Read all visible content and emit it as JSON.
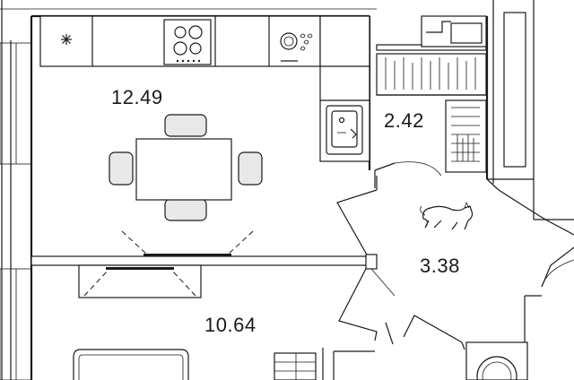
{
  "rooms": [
    {
      "id": "kitchen-living",
      "area": "12.49"
    },
    {
      "id": "bathroom",
      "area": "2.42"
    },
    {
      "id": "hallway",
      "area": "3.38"
    },
    {
      "id": "bedroom",
      "area": "10.64"
    }
  ],
  "icons": {
    "hob": "cooktop-icon",
    "dishwasher": "dishwasher-icon",
    "sink": "sink-icon",
    "fridge_mark": "snowflake-icon",
    "pet": "cat-icon"
  }
}
